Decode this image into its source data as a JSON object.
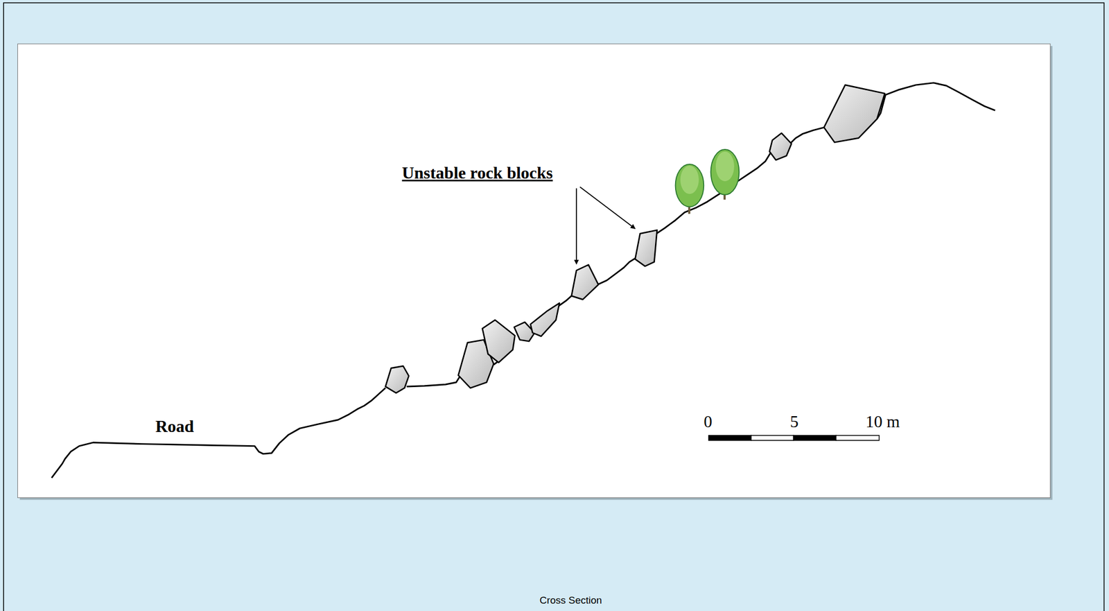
{
  "diagram": {
    "caption": "Cross Section",
    "labels": [
      "Unstable rock blocks",
      "Road",
      "0",
      "5",
      "10 m"
    ]
  }
}
